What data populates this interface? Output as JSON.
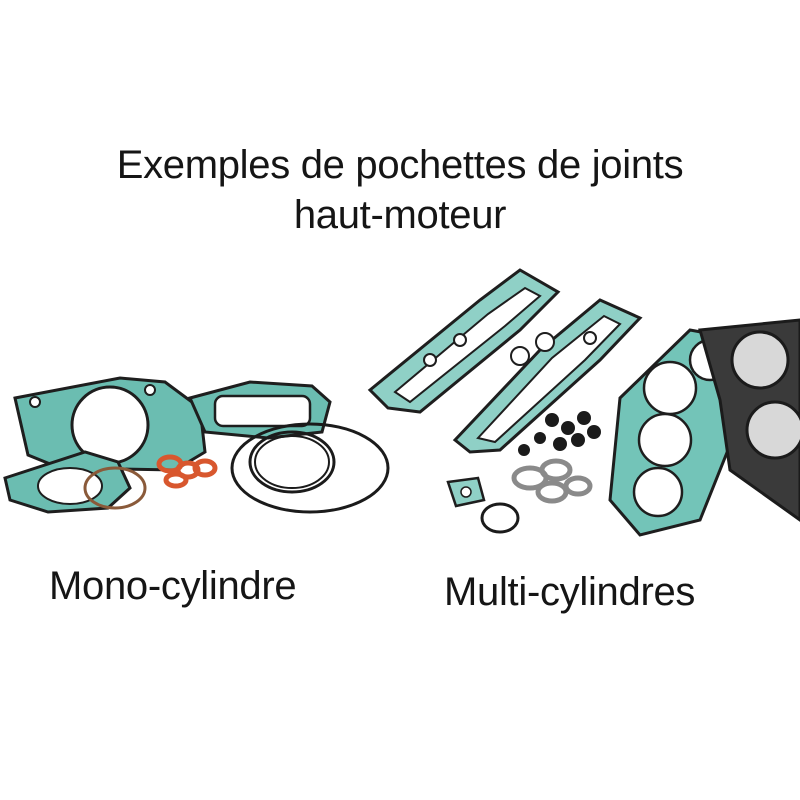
{
  "heading": {
    "line1": "Exemples de pochettes de joints",
    "line2": "haut-moteur"
  },
  "captions": {
    "mono": "Mono-cylindre",
    "multi": "Multi-cylindres"
  },
  "colors": {
    "gasket_green": "#5fb4a8",
    "gasket_dark": "#1b1b1b",
    "seal_orange": "#d8572e",
    "metal_grey": "#8a8a8a",
    "text": "#151515"
  }
}
